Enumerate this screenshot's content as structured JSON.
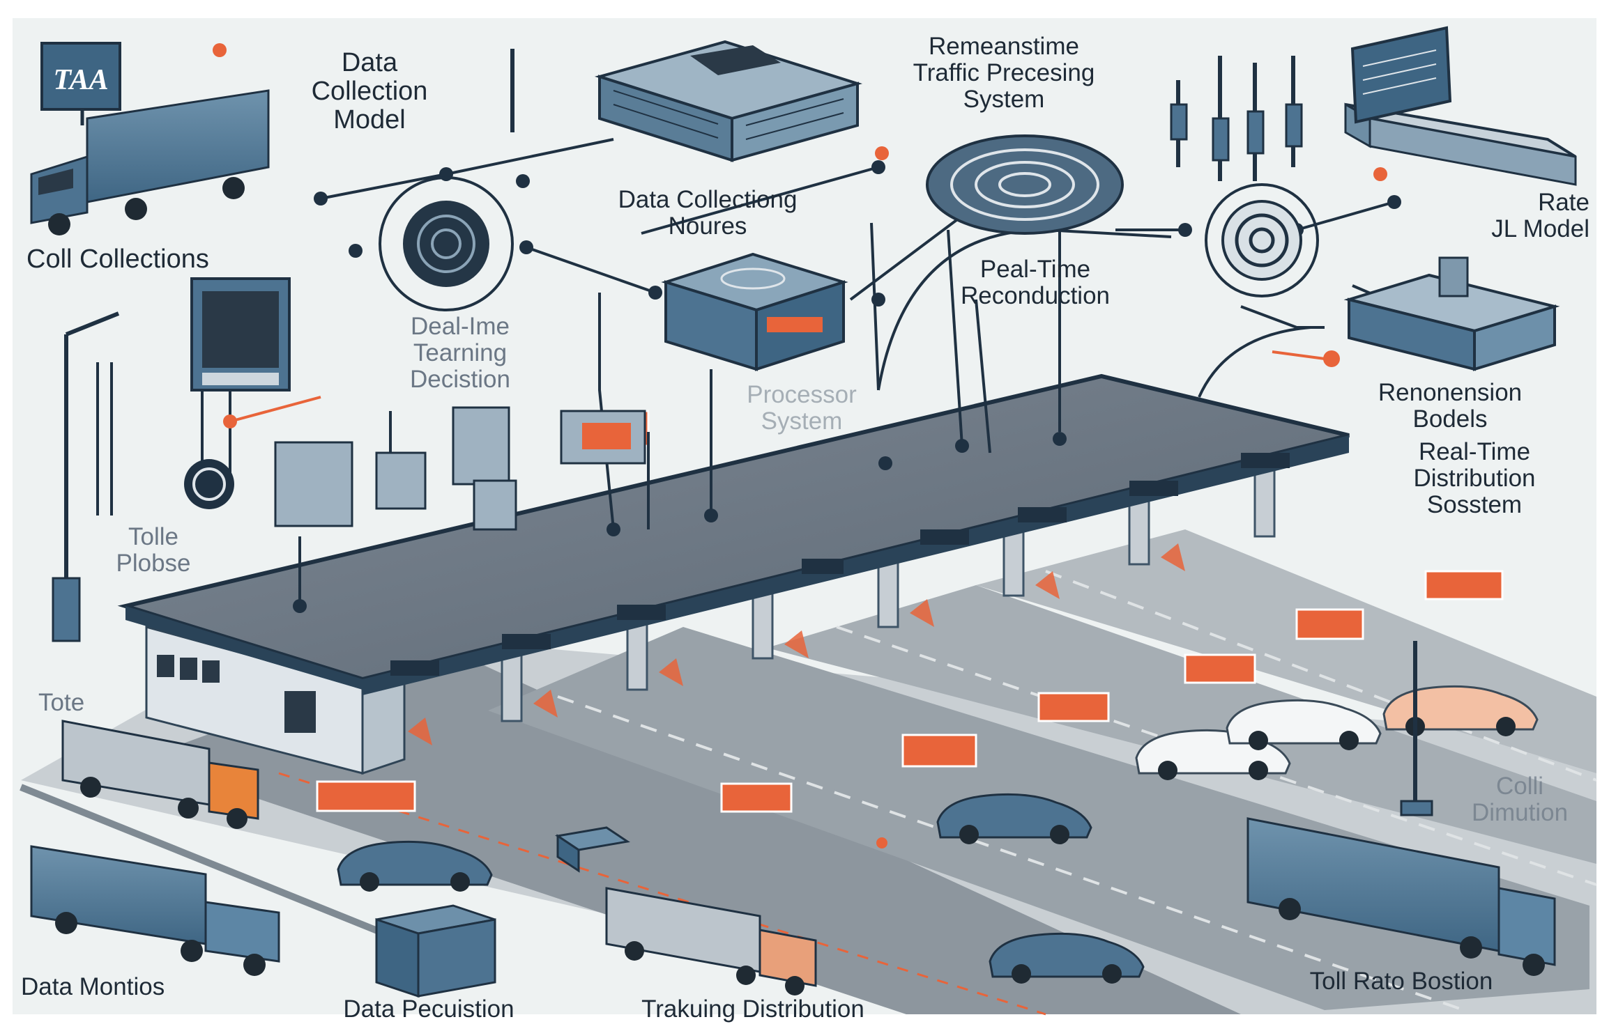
{
  "labels": {
    "top_left_sign": "TAA",
    "data_collection_model": [
      "Data",
      "Collection",
      "Model"
    ],
    "coll_collections": "Coll Collections",
    "remeanstime": [
      "Remeanstime",
      "Traffic Precesing",
      "System"
    ],
    "data_collecting_noures": [
      "Data Collectiong",
      "Noures"
    ],
    "peal_time_reconduction": [
      "Peal-Time",
      "Reconduction"
    ],
    "rate_jl_model": [
      "Rate",
      "JL Model"
    ],
    "deal_learning_decision": [
      "Deal-Ime",
      "Tearning",
      "Decistion"
    ],
    "processor_system": [
      "Processor",
      "System"
    ],
    "renonension_bodels": [
      "Renonension",
      "Bodels"
    ],
    "real_time_distribution": [
      "Real-Time",
      "Distribution",
      "Sosstem"
    ],
    "tolle_plobse": [
      "Tolle",
      "Plobse"
    ],
    "tote": "Tote",
    "colli_dimution": [
      "Colli",
      "Dimution"
    ],
    "data_montios": "Data Montios",
    "data_pecuistion": "Data Pecuistion",
    "trakuing_distribution": "Trakuing Distribution",
    "toll_rato_bostion": "Toll Rato Bostion"
  },
  "colors": {
    "background": "#eef2f2",
    "steel_blue": "#4d7391",
    "dark_navy": "#243646",
    "accent_orange": "#e8643a",
    "roof_gray": "#6c7782"
  },
  "icons": [
    "truck-icon",
    "server-icon",
    "spiral-sensor-icon",
    "camera-pole-icon",
    "monitor-icon",
    "processor-box-icon",
    "car-icon",
    "toll-sign-icon"
  ]
}
